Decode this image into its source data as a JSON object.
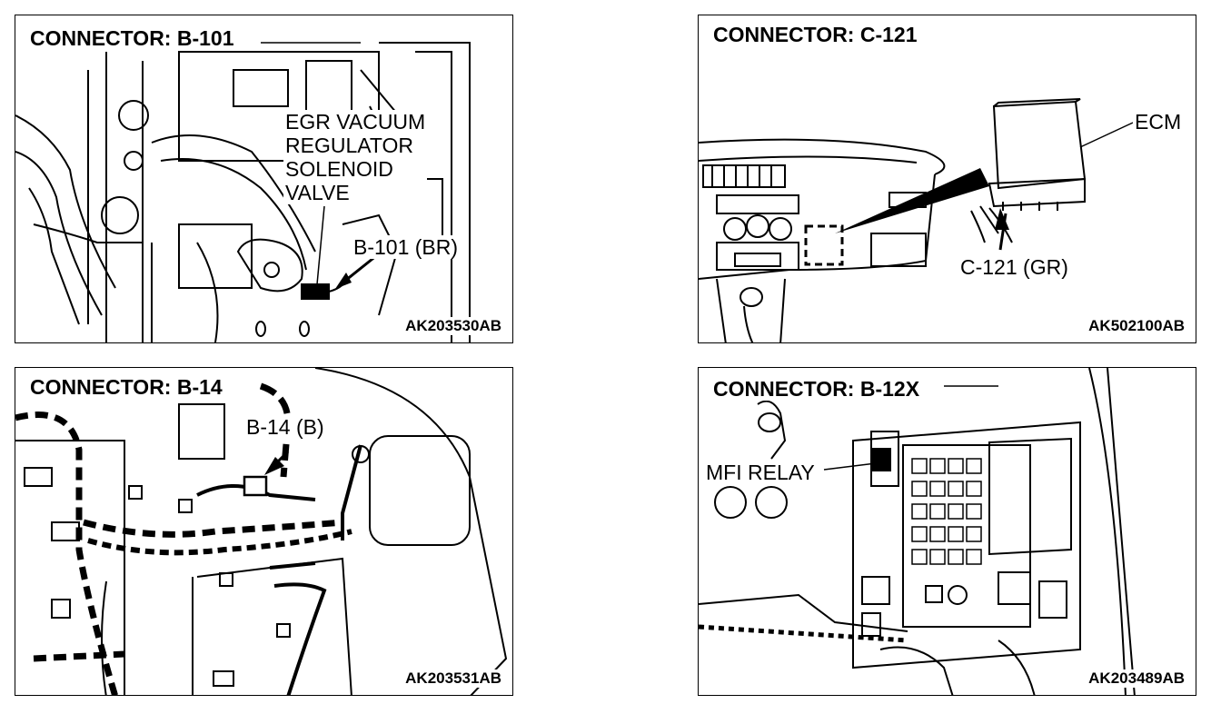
{
  "panels": [
    {
      "title": "CONNECTOR: B-101",
      "figure_code": "AK203530AB",
      "callouts": {
        "component": [
          "EGR VACUUM",
          "REGULATOR",
          "SOLENOID",
          "VALVE"
        ],
        "connector": "B-101 (BR)"
      }
    },
    {
      "title": "CONNECTOR: C-121",
      "figure_code": "AK502100AB",
      "callouts": {
        "component": "ECM",
        "connector": "C-121 (GR)"
      }
    },
    {
      "title": "CONNECTOR: B-14",
      "figure_code": "AK203531AB",
      "callouts": {
        "connector": "B-14 (B)"
      }
    },
    {
      "title": "CONNECTOR: B-12X",
      "figure_code": "AK203489AB",
      "callouts": {
        "component": "MFI RELAY"
      }
    }
  ]
}
